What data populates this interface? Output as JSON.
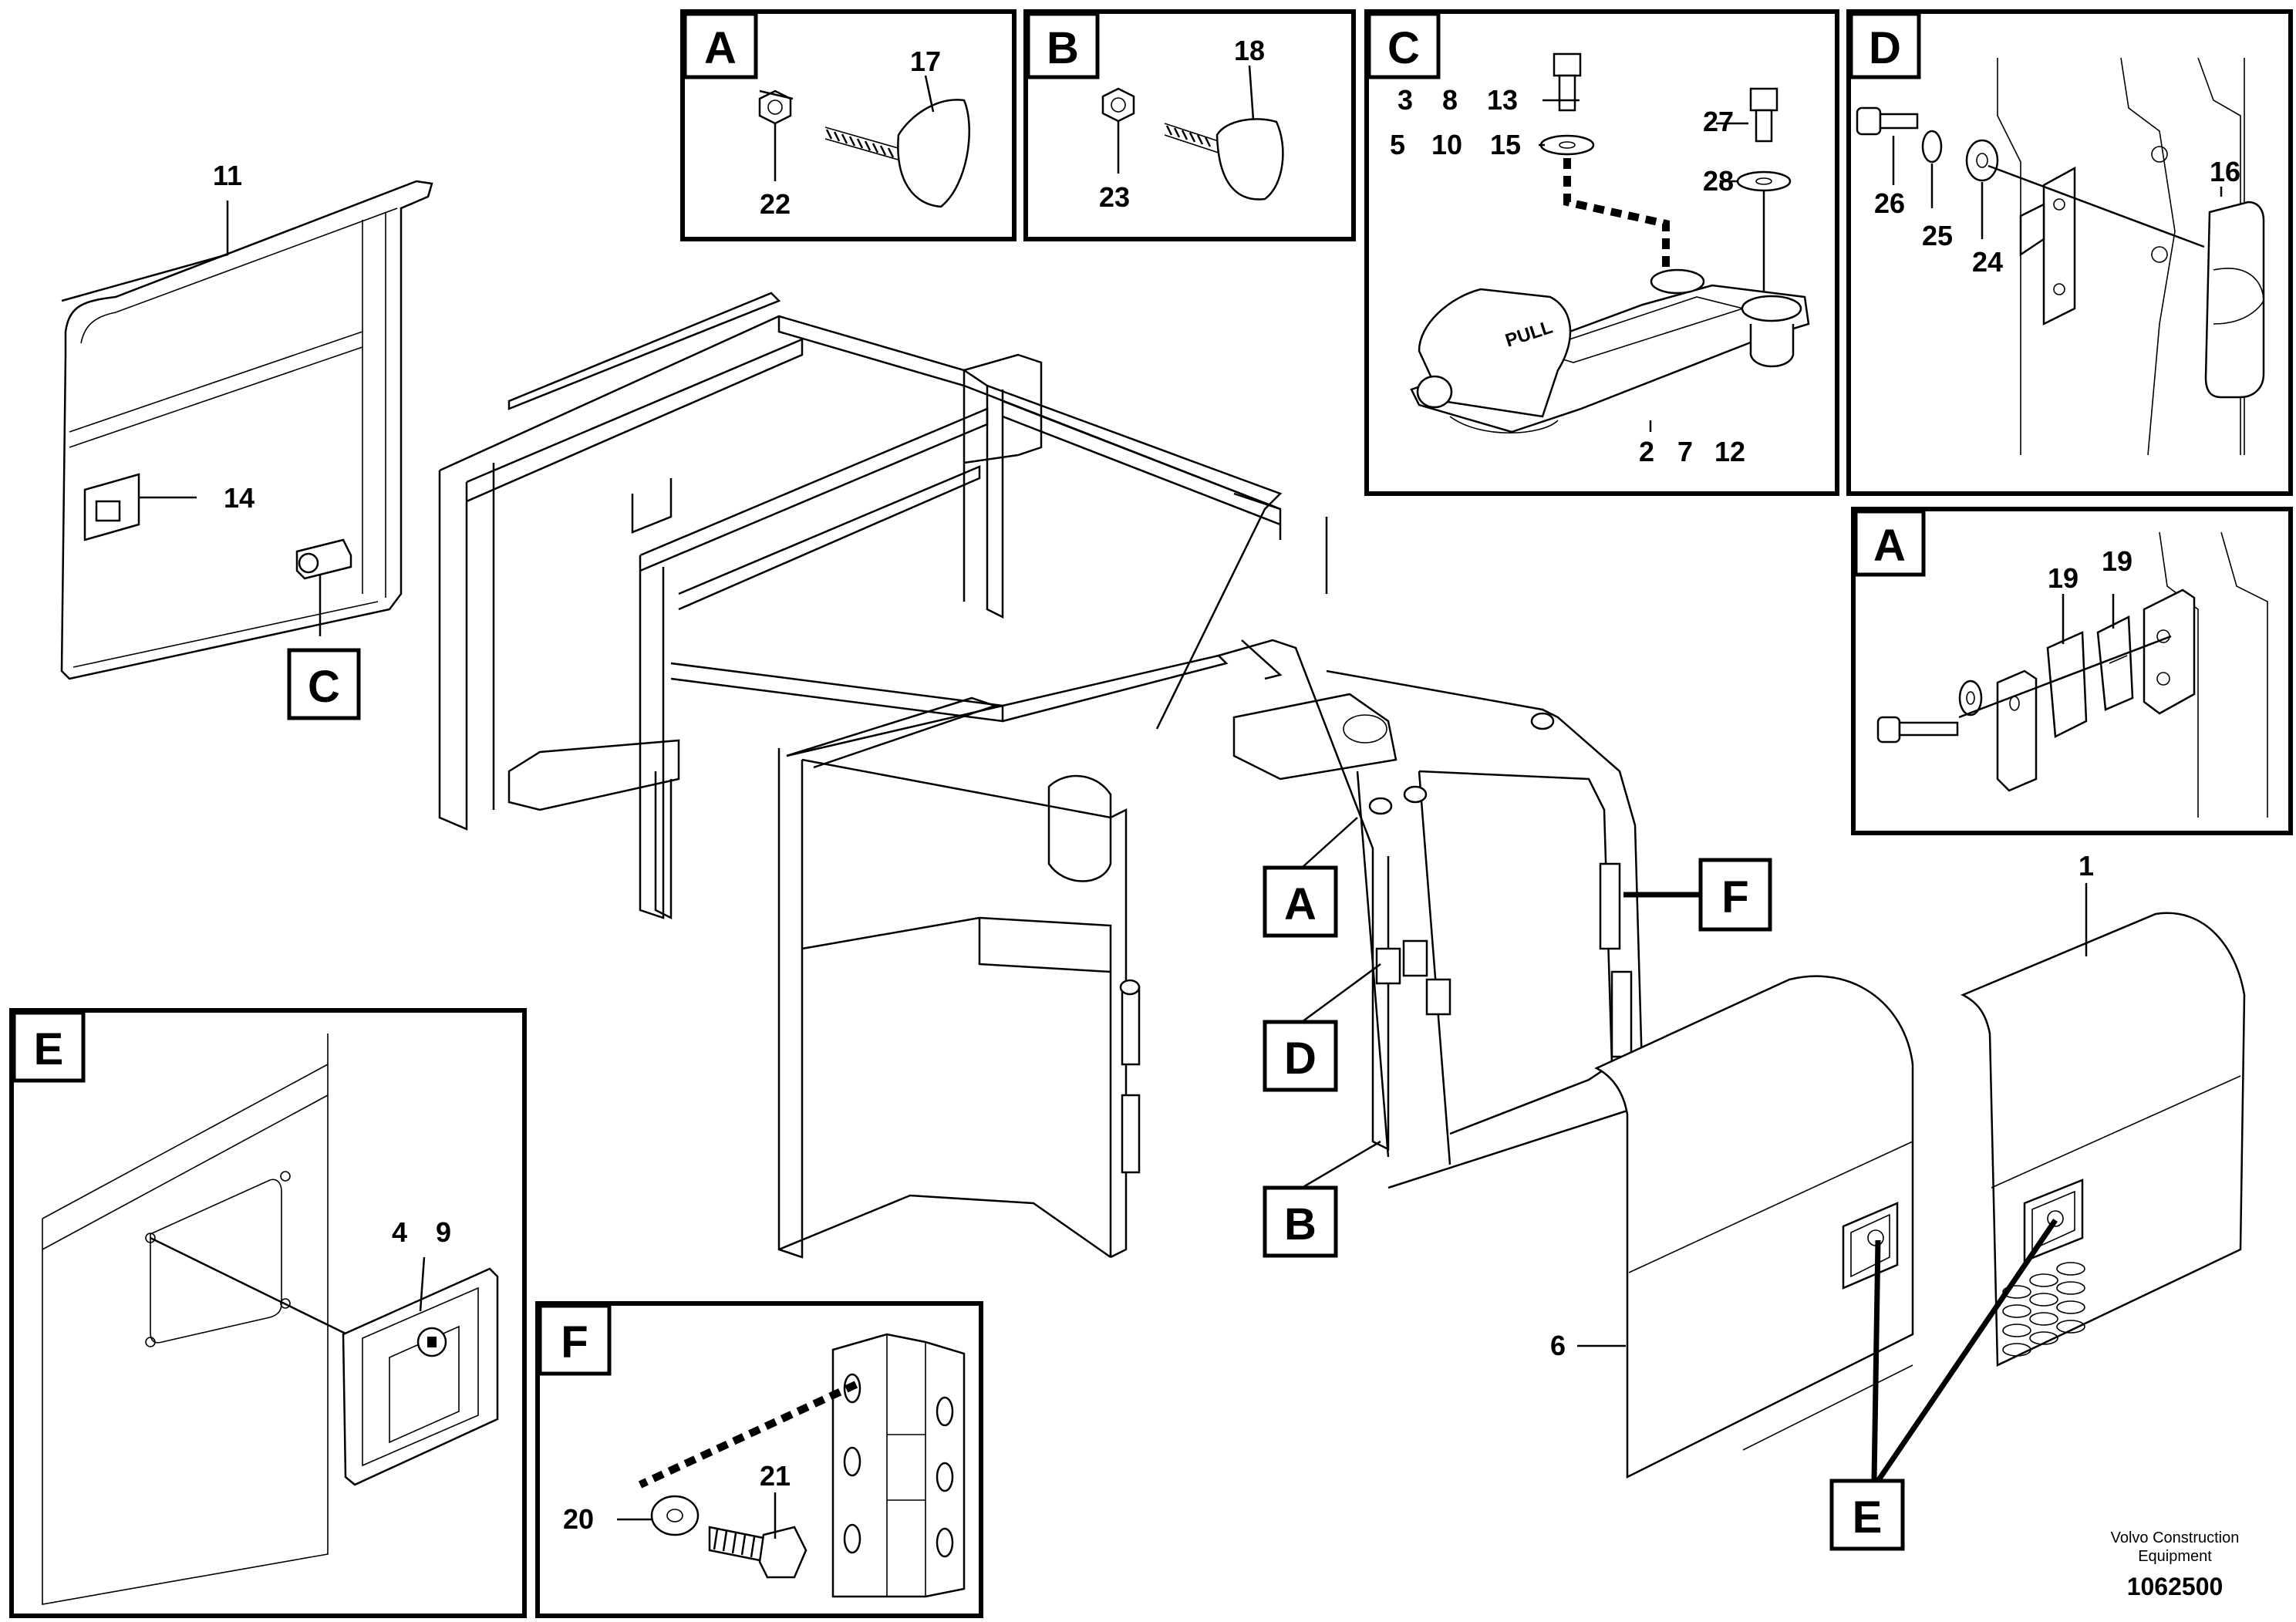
{
  "boxes": {
    "A_top": "A",
    "B_top": "B",
    "C_top": "C",
    "D_top": "D",
    "A_mid": "A",
    "E_box": "E",
    "F_box": "F",
    "C_callout": "C",
    "A_callout": "A",
    "B_callout": "B",
    "D_callout": "D",
    "F_callout": "F",
    "E_callout": "E"
  },
  "parts": {
    "p17": "17",
    "p22": "22",
    "p18": "18",
    "p23": "23",
    "c_row1_a": "3",
    "c_row1_b": "8",
    "c_row1_c": "13",
    "c_row2_a": "5",
    "c_row2_b": "10",
    "c_row2_c": "15",
    "p27": "27",
    "p28": "28",
    "c_bottom_a": "2",
    "c_bottom_b": "7",
    "c_bottom_c": "12",
    "p26": "26",
    "p25": "25",
    "p24": "24",
    "p16": "16",
    "p19a": "19",
    "p19b": "19",
    "p11": "11",
    "p14": "14",
    "p1": "1",
    "p6": "6",
    "e_a": "4",
    "e_b": "9",
    "p20": "20",
    "p21": "21"
  },
  "pull_label": "PULL",
  "footer": {
    "company_line1": "Volvo Construction",
    "company_line2": "Equipment",
    "drawing_number": "1062500"
  }
}
